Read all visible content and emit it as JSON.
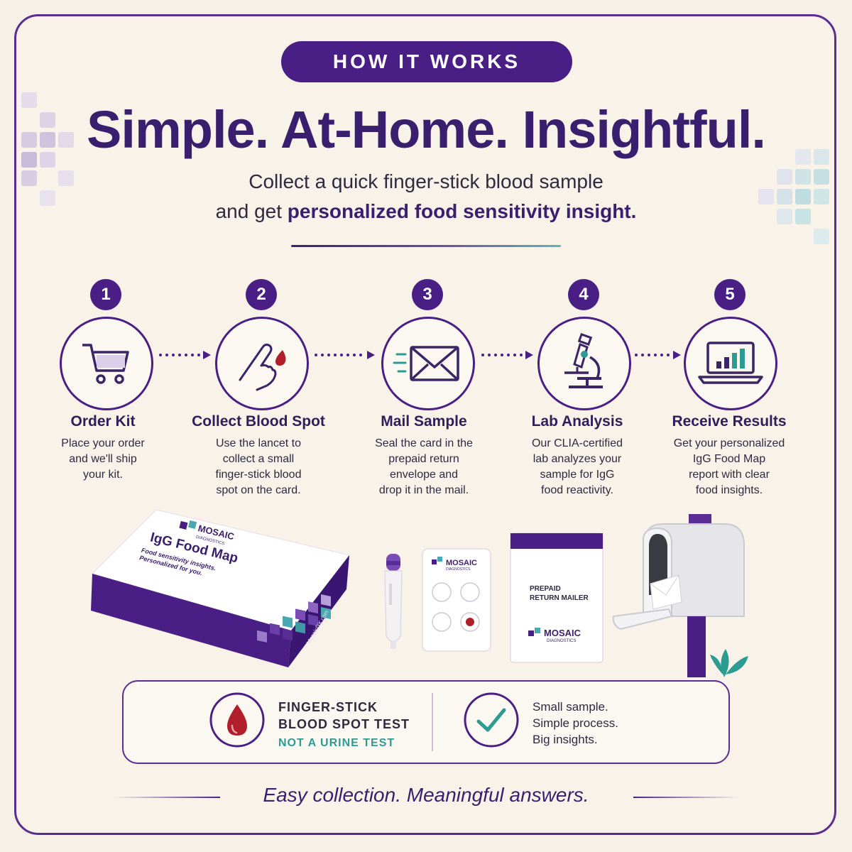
{
  "badge": "HOW IT WORKS",
  "headline": "Simple. At-Home. Insightful.",
  "subtitle_line1": "Collect a quick finger-stick blood sample",
  "subtitle_line2_prefix": "and get ",
  "subtitle_line2_bold": "personalized food sensitivity insight.",
  "steps": [
    {
      "number": "1",
      "icon": "shopping-cart-icon",
      "title": "Order Kit",
      "desc_lines": [
        "Place your order",
        "and we'll ship",
        "your kit."
      ]
    },
    {
      "number": "2",
      "icon": "finger-blood-drop-icon",
      "title": "Collect Blood Spot",
      "desc_lines": [
        "Use the lancet to",
        "collect a small",
        "finger-stick blood",
        "spot on the card."
      ]
    },
    {
      "number": "3",
      "icon": "envelope-icon",
      "title": "Mail Sample",
      "desc_lines": [
        "Seal the card in the",
        "prepaid return",
        "envelope and",
        "drop it in the mail."
      ]
    },
    {
      "number": "4",
      "icon": "microscope-icon",
      "title": "Lab Analysis",
      "desc_lines": [
        "Our CLIA-certified",
        "lab analyzes your",
        "sample for IgG",
        "food reactivity."
      ]
    },
    {
      "number": "5",
      "icon": "laptop-chart-icon",
      "title": "Receive Results",
      "desc_lines": [
        "Get your personalized",
        "IgG Food Map",
        "report with clear",
        "food insights."
      ]
    }
  ],
  "kit_box": {
    "brand": "MOSAIC",
    "brand_sub": "DIAGNOSTICS",
    "product": "IgG Food Map",
    "tagline_lines": [
      "Food sensitivity insights.",
      "Personalized for you."
    ],
    "side_url": "MosaicDX.com"
  },
  "card": {
    "brand": "MOSAIC",
    "brand_sub": "DIAGNOSTICS"
  },
  "mailer": {
    "label_lines": [
      "PREPAID",
      "RETURN MAILER"
    ],
    "brand": "MOSAIC",
    "brand_sub": "DIAGNOSTICS"
  },
  "feature1": {
    "line1": "FINGER-STICK",
    "line2": "BLOOD SPOT TEST",
    "note": "NOT A URINE TEST"
  },
  "feature2": {
    "lines": [
      "Small sample.",
      "Simple process.",
      "Big insights."
    ]
  },
  "closing": "Easy collection. Meaningful answers.",
  "colors": {
    "primary": "#4a1f85",
    "accent_teal": "#2c9c93",
    "blood_red": "#b01f2a",
    "background": "#f8f2e9"
  }
}
